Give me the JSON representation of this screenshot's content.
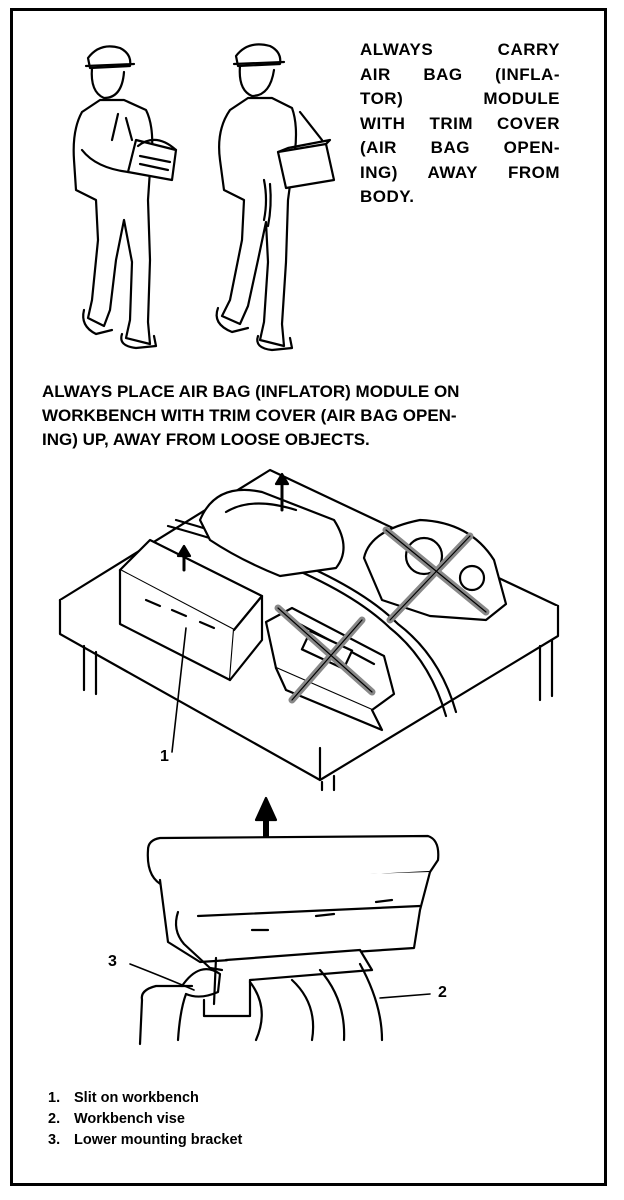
{
  "caption_top": [
    "ALWAYS CARRY",
    "AIR BAG (INFLA-",
    "TOR) MODULE",
    "WITH TRIM COVER",
    "(AIR BAG OPEN-",
    "ING) AWAY FROM",
    "BODY."
  ],
  "caption_mid": [
    "ALWAYS PLACE AIR BAG (INFLATOR) MODULE ON",
    "WORKBENCH WITH TRIM COVER (AIR BAG OPEN-",
    "ING) UP, AWAY FROM LOOSE OBJECTS."
  ],
  "callouts": {
    "c1": "1",
    "c2": "2",
    "c3": "3"
  },
  "legend": [
    {
      "num": "1.",
      "text": "Slit on workbench"
    },
    {
      "num": "2.",
      "text": "Workbench vise"
    },
    {
      "num": "3.",
      "text": "Lower mounting bracket"
    }
  ]
}
